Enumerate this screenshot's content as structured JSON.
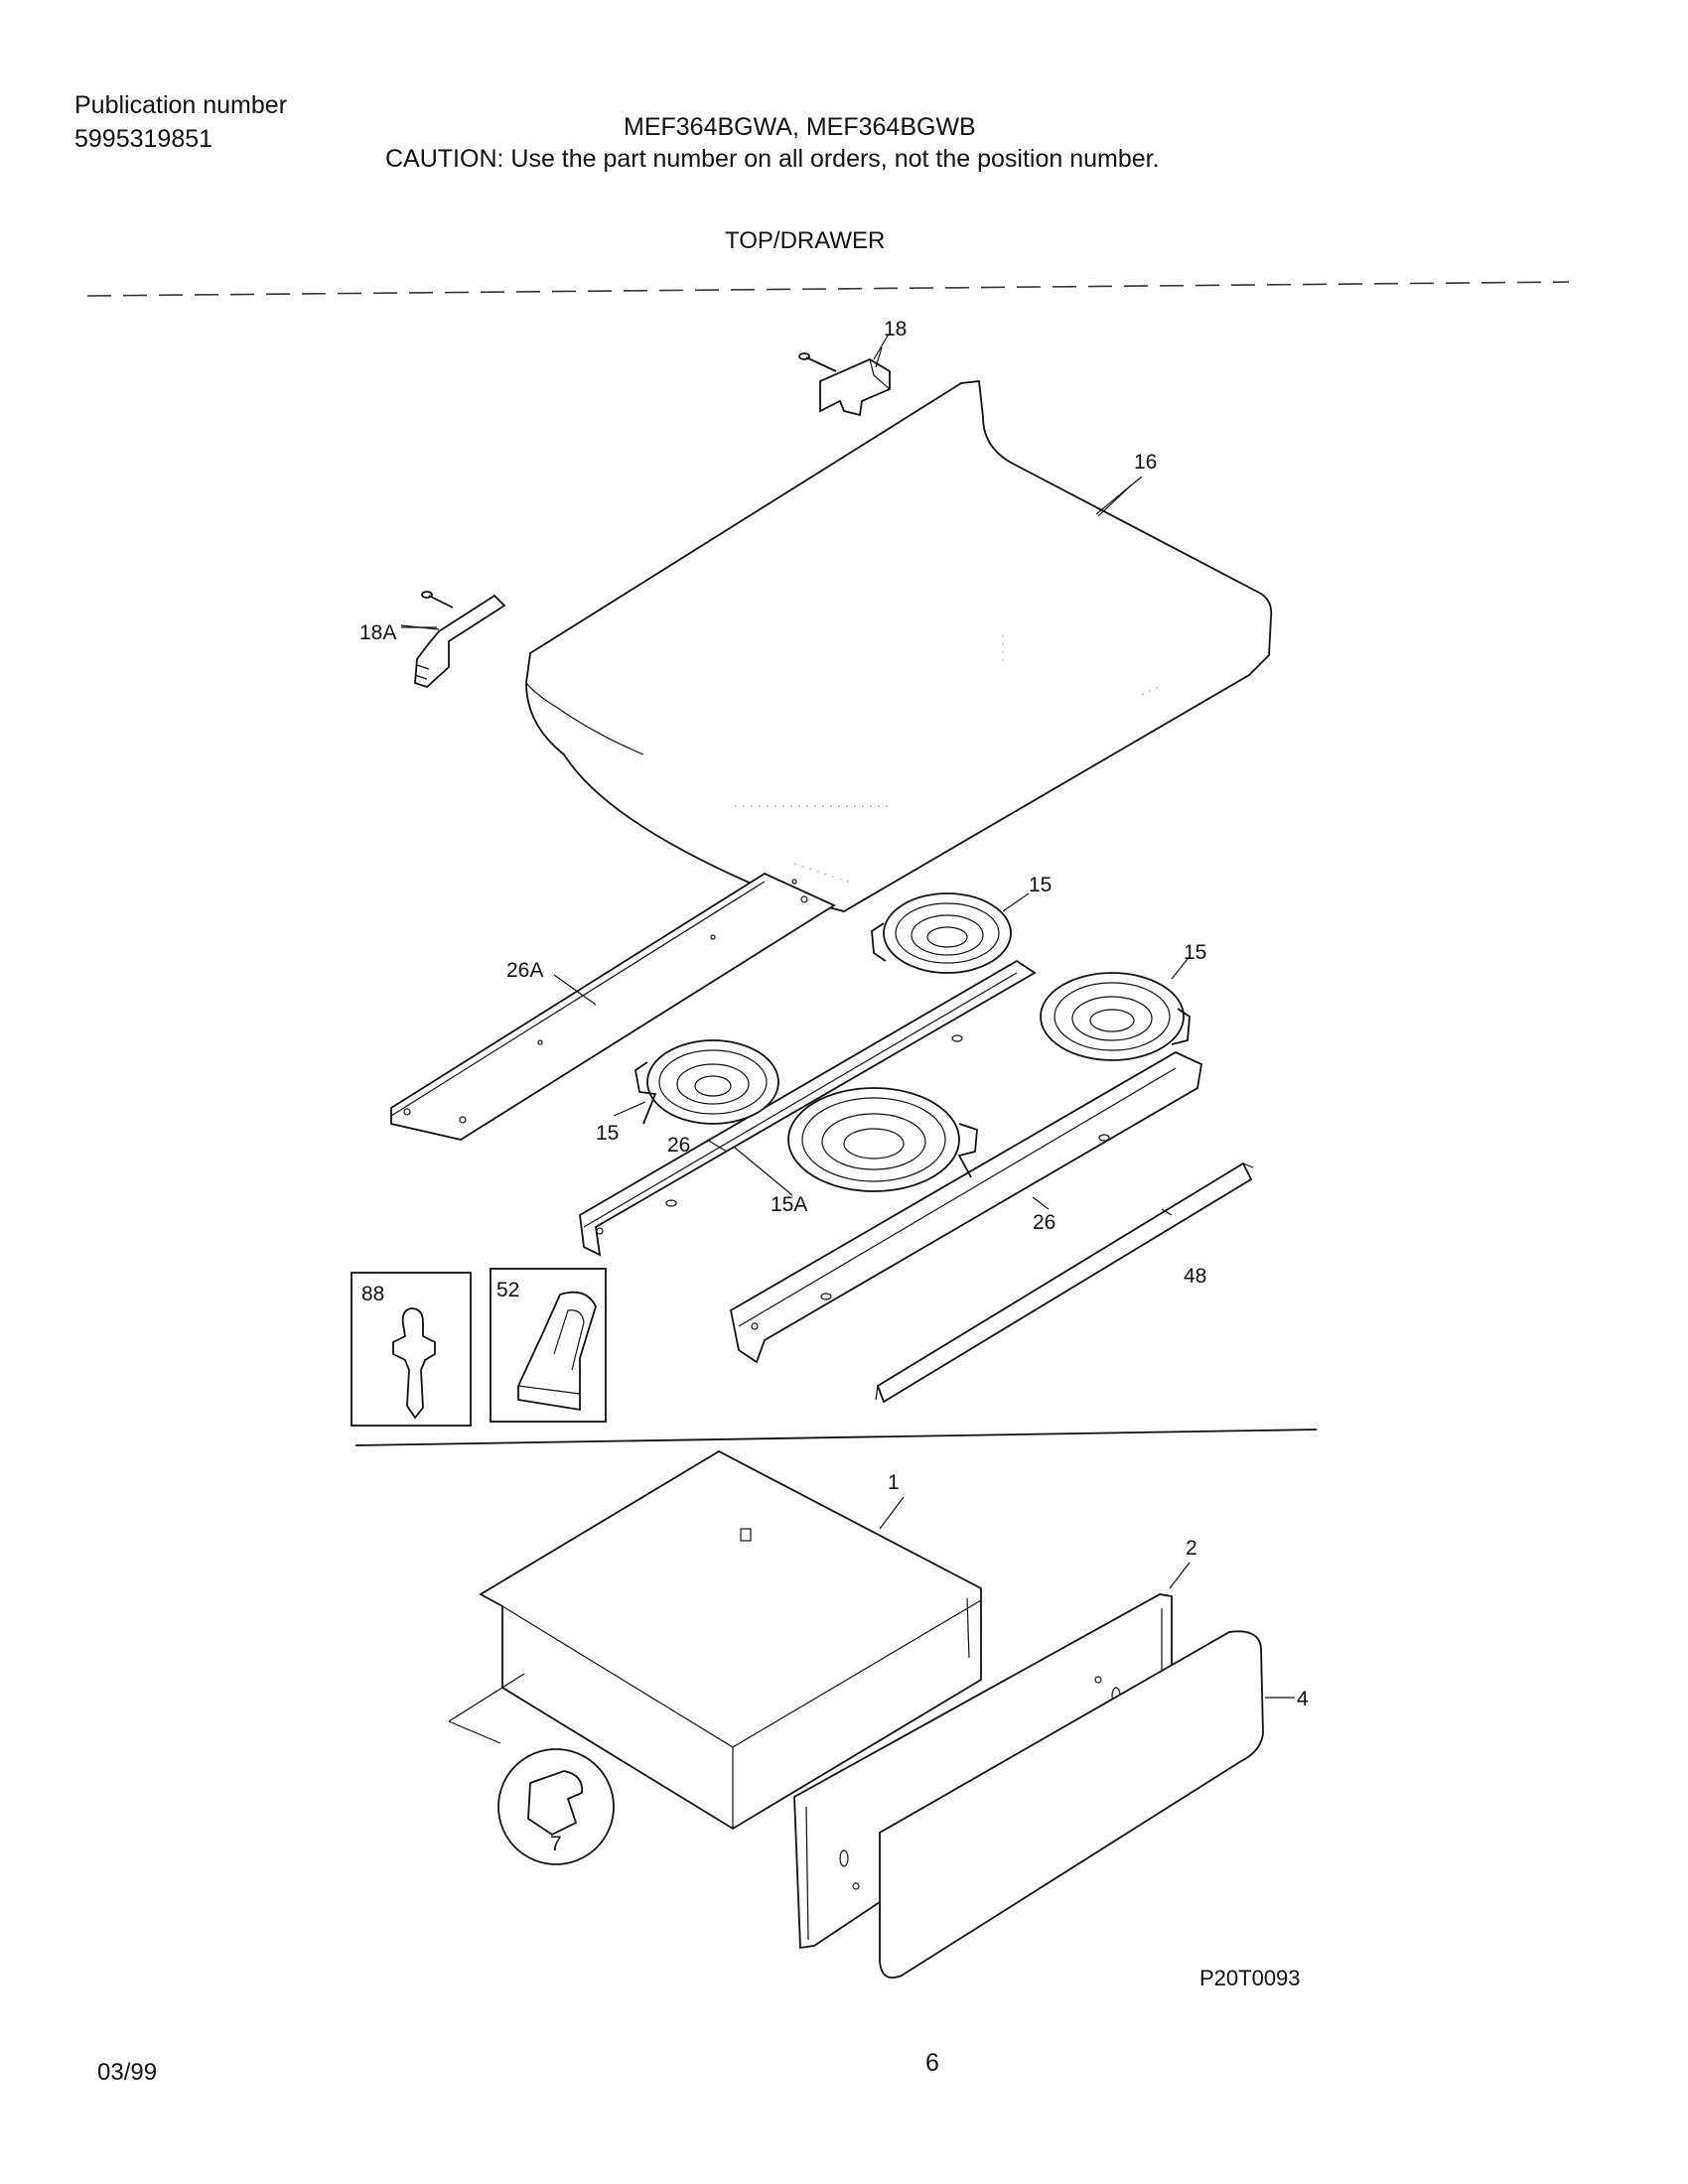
{
  "header": {
    "publication_label": "Publication number",
    "publication_number": "5995319851",
    "models": "MEF364BGWA, MEF364BGWB",
    "caution": "CAUTION:  Use the part number on all orders, not the position number."
  },
  "section_title": "TOP/DRAWER",
  "callouts": {
    "p18": "18",
    "p16": "16",
    "p18A": "18A",
    "p15a": "15",
    "p15b": "15",
    "p15c": "15",
    "p26A": "26A",
    "p26a": "26",
    "p26b": "26",
    "p15A": "15A",
    "p48": "48",
    "p88": "88",
    "p52": "52",
    "p1": "1",
    "p2": "2",
    "p4": "4",
    "p7": "7"
  },
  "figure_code": "P20T0093",
  "footer": {
    "date": "03/99",
    "page": "6"
  }
}
